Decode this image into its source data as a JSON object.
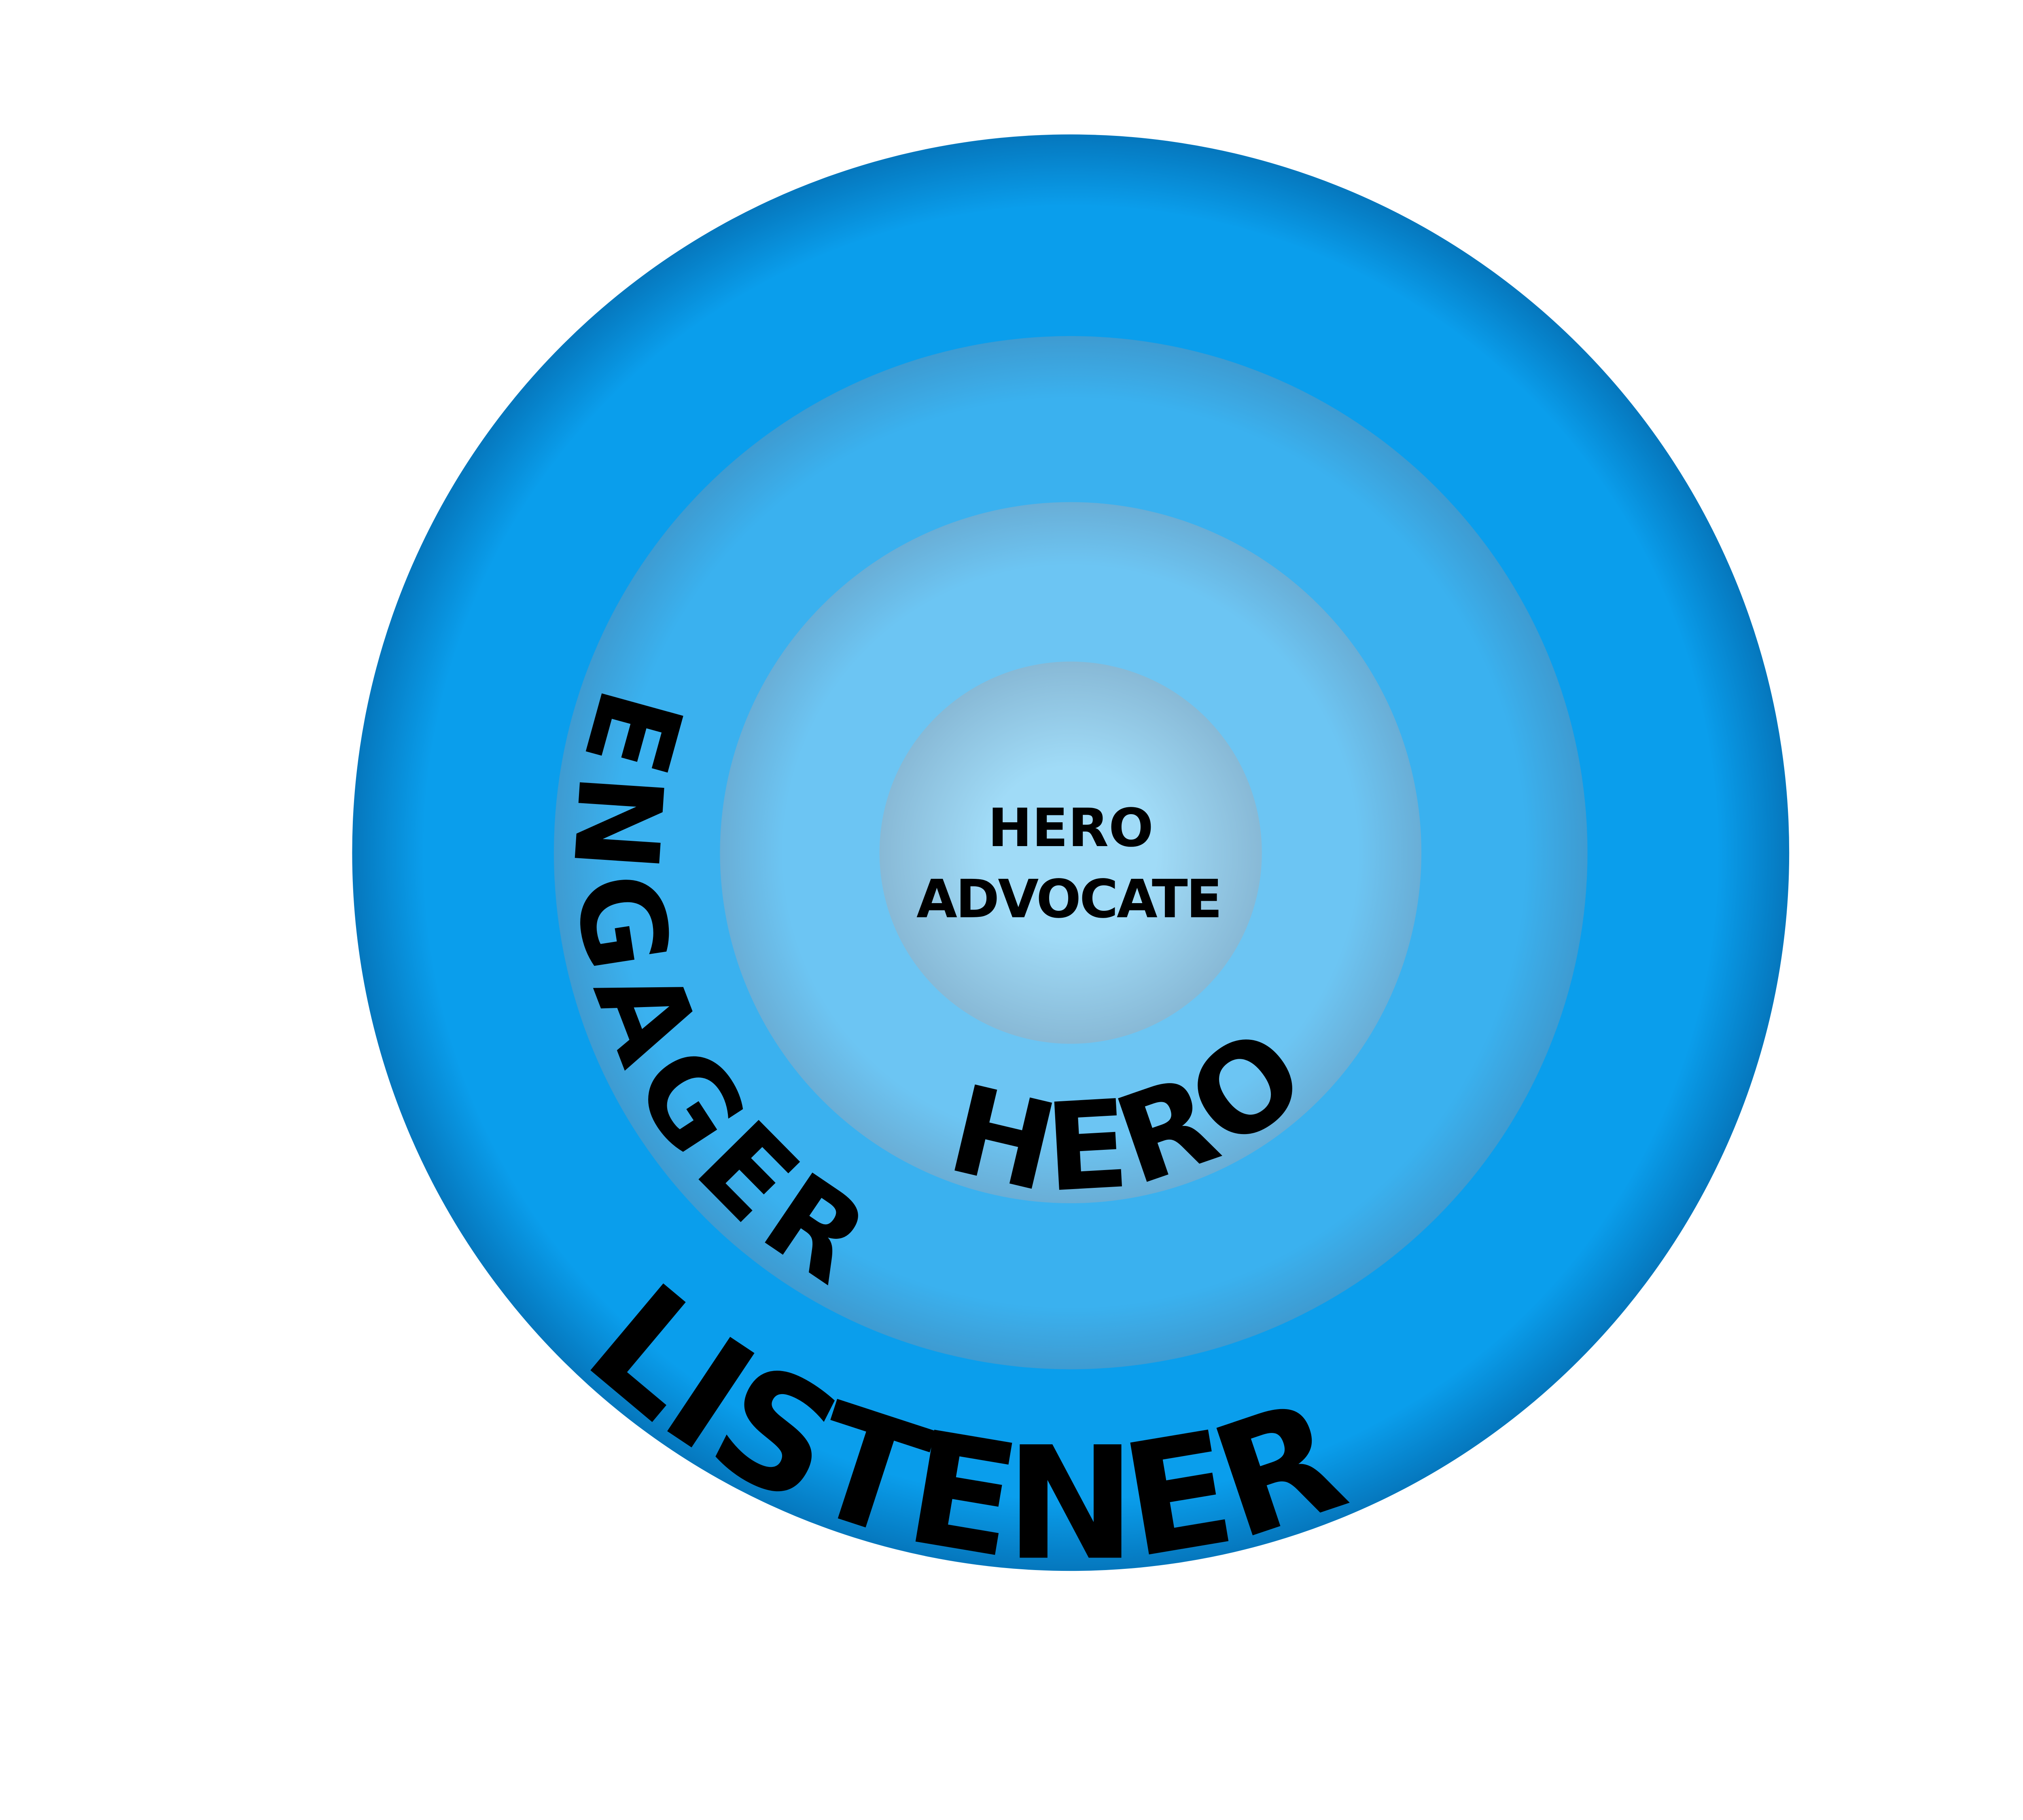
{
  "diagram": {
    "rings": [
      {
        "label": "LISTENER",
        "color": "#0a9eec",
        "edge_color": "#0577bd"
      },
      {
        "label": "ENGAGER",
        "color": "#3ab1ef",
        "edge_color": "#3e9bd1"
      },
      {
        "label": "HERO",
        "color": "#6cc5f3",
        "edge_color": "#6aaed6"
      },
      {
        "label_line1": "HERO",
        "label_line2": "ADVOCATE",
        "color": "#a0dbf7",
        "edge_color": "#88b9d6"
      }
    ]
  }
}
